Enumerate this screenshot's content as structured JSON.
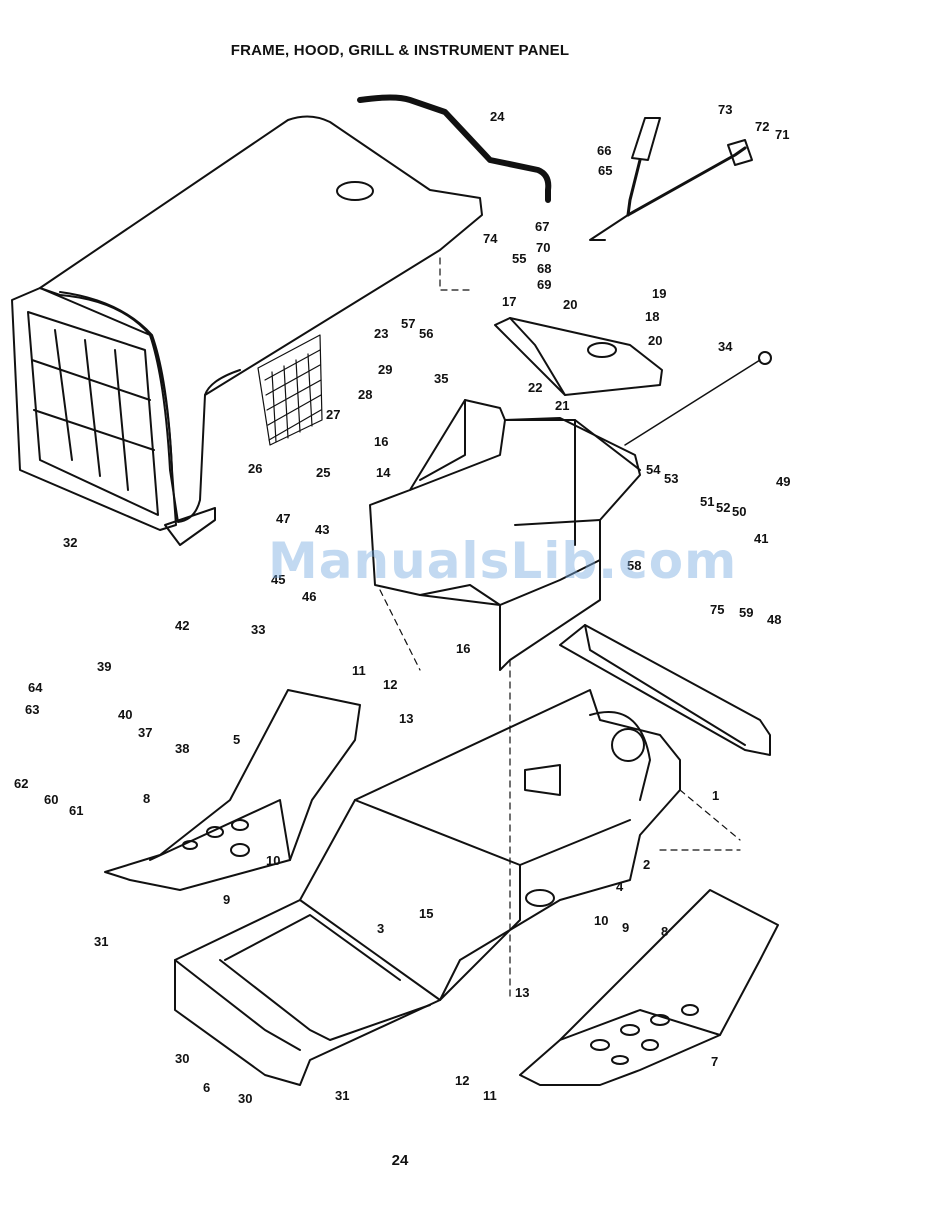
{
  "title": "FRAME, HOOD, GRILL & INSTRUMENT PANEL",
  "page_number": "24",
  "watermark": "ManualsLib.com",
  "callouts": [
    {
      "label": "24"
    },
    {
      "label": "73"
    },
    {
      "label": "72"
    },
    {
      "label": "71"
    },
    {
      "label": "66"
    },
    {
      "label": "65"
    },
    {
      "label": "67"
    },
    {
      "label": "70"
    },
    {
      "label": "74"
    },
    {
      "label": "55"
    },
    {
      "label": "68"
    },
    {
      "label": "69"
    },
    {
      "label": "20"
    },
    {
      "label": "19"
    },
    {
      "label": "17"
    },
    {
      "label": "18"
    },
    {
      "label": "20"
    },
    {
      "label": "57"
    },
    {
      "label": "56"
    },
    {
      "label": "23"
    },
    {
      "label": "34"
    },
    {
      "label": "29"
    },
    {
      "label": "28"
    },
    {
      "label": "27"
    },
    {
      "label": "35"
    },
    {
      "label": "22"
    },
    {
      "label": "21"
    },
    {
      "label": "16"
    },
    {
      "label": "26"
    },
    {
      "label": "25"
    },
    {
      "label": "14"
    },
    {
      "label": "54"
    },
    {
      "label": "53"
    },
    {
      "label": "49"
    },
    {
      "label": "51"
    },
    {
      "label": "52"
    },
    {
      "label": "50"
    },
    {
      "label": "41"
    },
    {
      "label": "47"
    },
    {
      "label": "43"
    },
    {
      "label": "45"
    },
    {
      "label": "46"
    },
    {
      "label": "58"
    },
    {
      "label": "32"
    },
    {
      "label": "75"
    },
    {
      "label": "59"
    },
    {
      "label": "48"
    },
    {
      "label": "42"
    },
    {
      "label": "33"
    },
    {
      "label": "16"
    },
    {
      "label": "39"
    },
    {
      "label": "11"
    },
    {
      "label": "12"
    },
    {
      "label": "64"
    },
    {
      "label": "40"
    },
    {
      "label": "63"
    },
    {
      "label": "13"
    },
    {
      "label": "37"
    },
    {
      "label": "38"
    },
    {
      "label": "5"
    },
    {
      "label": "62"
    },
    {
      "label": "60"
    },
    {
      "label": "61"
    },
    {
      "label": "1"
    },
    {
      "label": "8"
    },
    {
      "label": "10"
    },
    {
      "label": "9"
    },
    {
      "label": "2"
    },
    {
      "label": "4"
    },
    {
      "label": "15"
    },
    {
      "label": "31"
    },
    {
      "label": "3"
    },
    {
      "label": "10"
    },
    {
      "label": "9"
    },
    {
      "label": "8"
    },
    {
      "label": "13"
    },
    {
      "label": "7"
    },
    {
      "label": "30"
    },
    {
      "label": "6"
    },
    {
      "label": "30"
    },
    {
      "label": "31"
    },
    {
      "label": "12"
    },
    {
      "label": "11"
    }
  ]
}
